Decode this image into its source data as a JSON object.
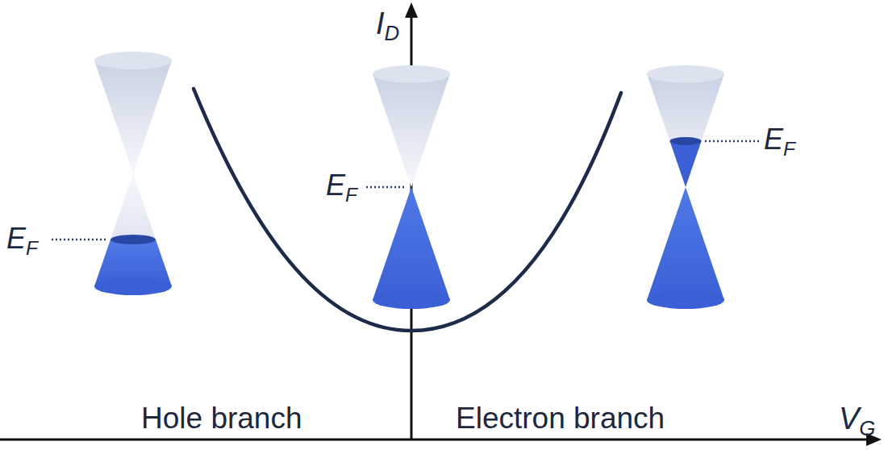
{
  "diagram": {
    "labels": [
      "ID",
      "EF",
      "EF",
      "EF",
      "Hole branch",
      "Electron branch",
      "VG"
    ]
  }
}
